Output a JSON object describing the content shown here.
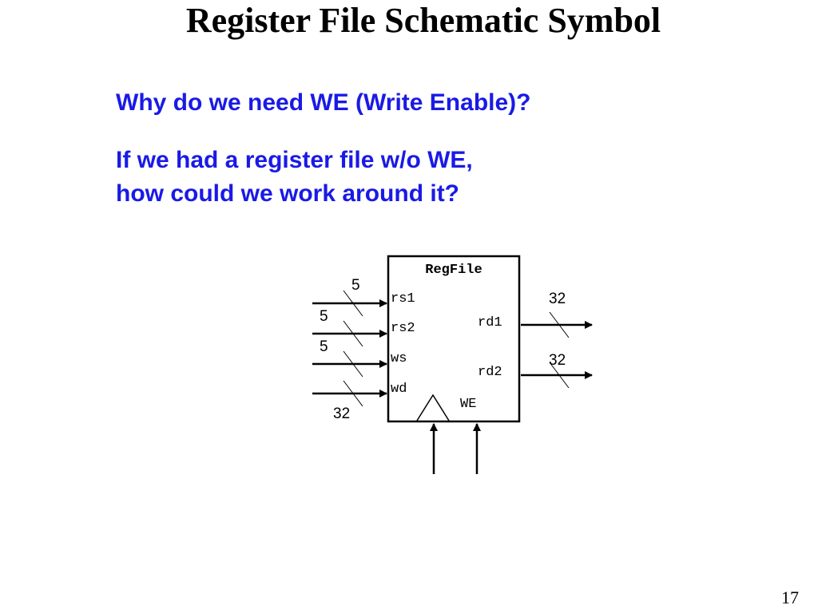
{
  "slide": {
    "title": "Register File Schematic Symbol",
    "question1": "Why do we need WE (Write Enable)?",
    "question2_line1": "If we had a register file w/o WE,",
    "question2_line2": "how could we work around it?",
    "page_number": "17"
  },
  "diagram": {
    "block_name": "RegFile",
    "ports": {
      "rs1": "rs1",
      "rs2": "rs2",
      "ws": "ws",
      "wd": "wd",
      "rd1": "rd1",
      "rd2": "rd2",
      "we": "WE"
    },
    "bus_widths": {
      "rs1": "5",
      "rs2": "5",
      "ws": "5",
      "wd": "32",
      "rd1": "32",
      "rd2": "32"
    }
  }
}
